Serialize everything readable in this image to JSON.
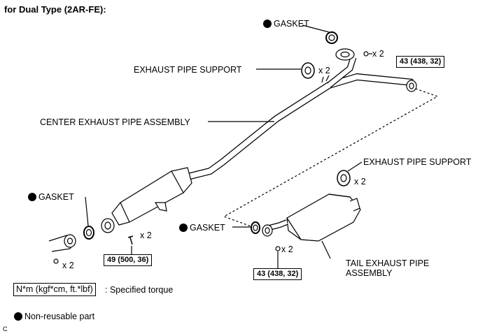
{
  "title": "for Dual Type (2AR-FE):",
  "labels": {
    "gasket_top": "GASKET",
    "support_top": "EXHAUST PIPE SUPPORT",
    "center_pipe": "CENTER EXHAUST PIPE ASSEMBLY",
    "support_right": "EXHAUST PIPE SUPPORT",
    "gasket_left": "GASKET",
    "gasket_mid": "GASKET",
    "tail_pipe_line1": "TAIL EXHAUST PIPE",
    "tail_pipe_line2": "ASSEMBLY"
  },
  "quantities": {
    "q_top_nut": "x 2",
    "q_top_support": "x 2",
    "q_right_support": "x 2",
    "q_front_bolt": "x 2",
    "q_left_nut": "x 2",
    "q_tail_nut": "x 2"
  },
  "torques": {
    "top": "43 (438, 32)",
    "front": "49 (500, 36)",
    "tail": "43 (438, 32)"
  },
  "legend": {
    "unit_box": "N*m (kgf*cm, ft.*lbf)",
    "unit_text": ": Specified torque",
    "nonreusable": "Non-reusable part"
  },
  "corner_code": "C"
}
